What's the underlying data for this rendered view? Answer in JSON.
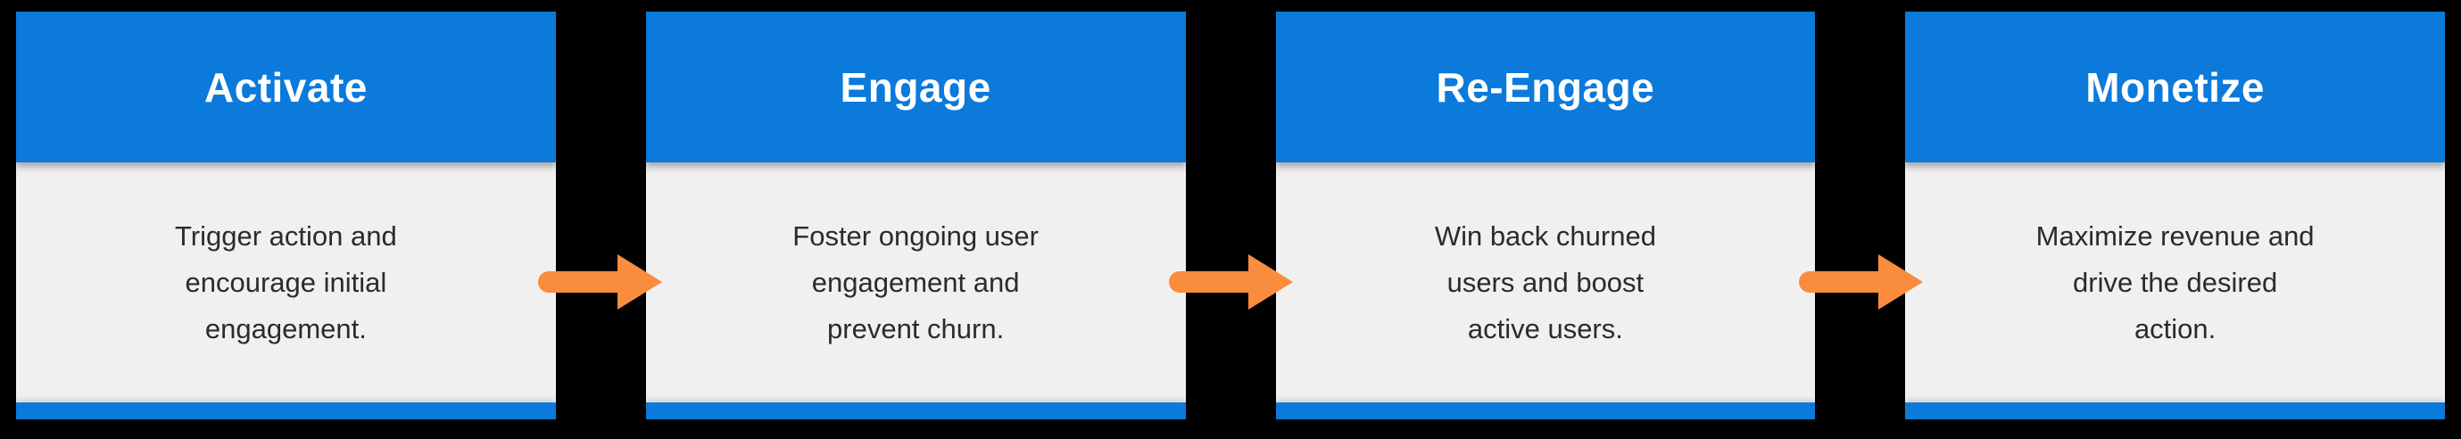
{
  "diagram": {
    "type": "flow",
    "background_color": "#000000",
    "accent_blue": "#0B7ADB",
    "arrow_orange": "#F98C3D",
    "card_body_color": "#F0F0F0",
    "text_color": "#2B2B2B",
    "stages": [
      {
        "title": "Activate",
        "description": "Trigger action and\nencourage initial\nengagement."
      },
      {
        "title": "Engage",
        "description": "Foster ongoing user\nengagement and\nprevent churn."
      },
      {
        "title": "Re-Engage",
        "description": "Win back churned\nusers and boost\nactive users."
      },
      {
        "title": "Monetize",
        "description": "Maximize revenue and\ndrive the desired\naction."
      }
    ],
    "connectors": [
      {
        "from": "Activate",
        "to": "Engage",
        "icon": "right-arrow"
      },
      {
        "from": "Engage",
        "to": "Re-Engage",
        "icon": "right-arrow"
      },
      {
        "from": "Re-Engage",
        "to": "Monetize",
        "icon": "right-arrow"
      }
    ]
  }
}
